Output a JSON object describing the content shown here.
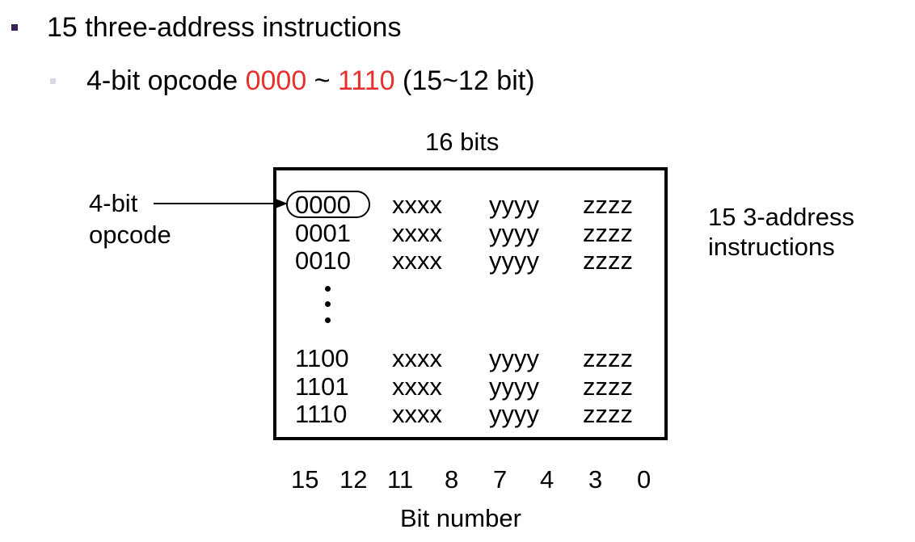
{
  "slide": {
    "bullet1": "15 three-address instructions",
    "bullet2": {
      "prefix": "4-bit opcode ",
      "start": "0000",
      "sep": " ~ ",
      "end": "1110",
      "suffix": " (15~12 bit)"
    }
  },
  "diagram": {
    "header": "16 bits",
    "left_label_line1": "4-bit",
    "left_label_line2": "opcode",
    "right_label_line1": "15  3-address",
    "right_label_line2": "instructions",
    "rows_top": [
      {
        "op": "0000",
        "x": "xxxx",
        "y": "yyyy",
        "z": "zzzz"
      },
      {
        "op": "0001",
        "x": "xxxx",
        "y": "yyyy",
        "z": "zzzz"
      },
      {
        "op": "0010",
        "x": "xxxx",
        "y": "yyyy",
        "z": "zzzz"
      }
    ],
    "rows_bottom": [
      {
        "op": "1100",
        "x": "xxxx",
        "y": "yyyy",
        "z": "zzzz"
      },
      {
        "op": "1101",
        "x": "xxxx",
        "y": "yyyy",
        "z": "zzzz"
      },
      {
        "op": "1110",
        "x": "xxxx",
        "y": "yyyy",
        "z": "zzzz"
      }
    ],
    "bit_numbers": [
      "15",
      "12",
      "11",
      "8",
      "7",
      "4",
      "3",
      "0"
    ],
    "footer": "Bit number"
  },
  "colors": {
    "accent_red": "#e8312c",
    "bullet_l1": "#3c1e5a",
    "bullet_l2": "#d9d6e6"
  }
}
